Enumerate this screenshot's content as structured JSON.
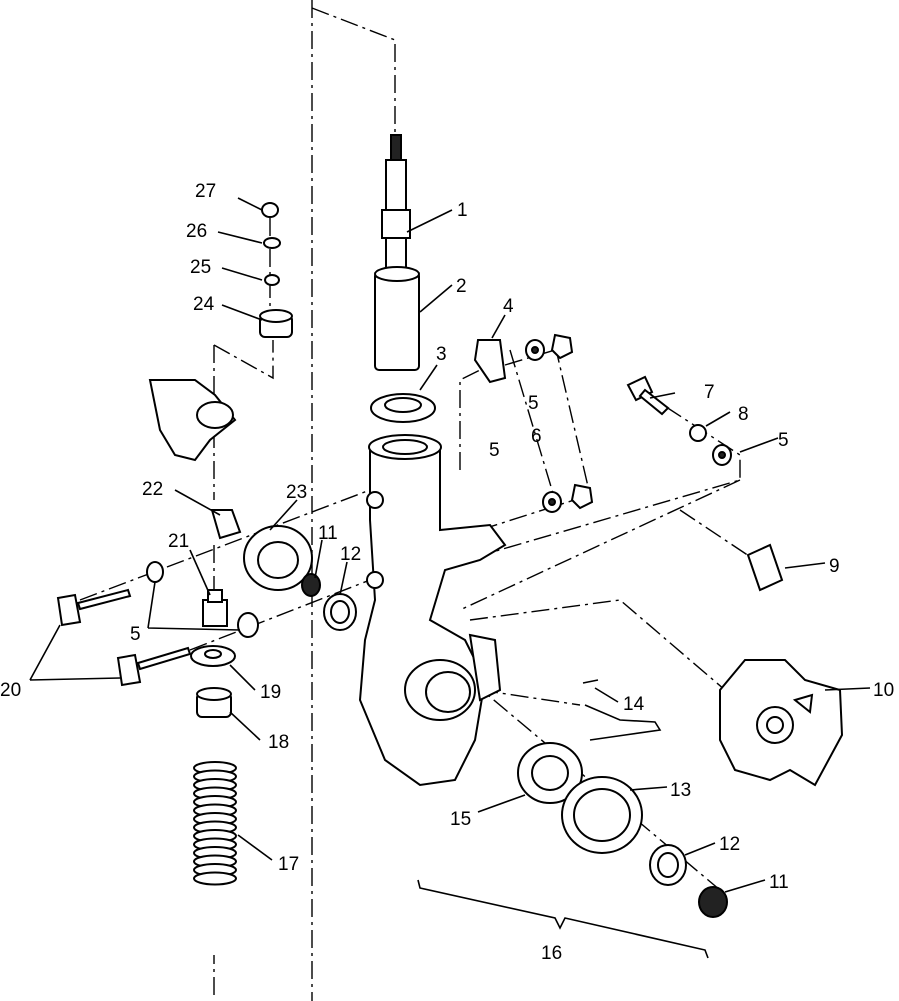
{
  "diagram": {
    "callouts": [
      "1",
      "2",
      "3",
      "4",
      "5",
      "6",
      "7",
      "8",
      "5",
      "9",
      "10",
      "5",
      "11",
      "12",
      "13",
      "14",
      "15",
      "16",
      "17",
      "18",
      "19",
      "20",
      "21",
      "22",
      "23",
      "24",
      "25",
      "26",
      "27",
      "11",
      "12",
      "5"
    ],
    "colors": {
      "ink": "#000000",
      "paper": "#ffffff"
    }
  }
}
